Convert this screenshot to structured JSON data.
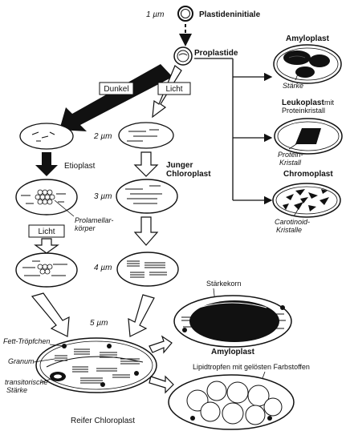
{
  "sizes": {
    "s1": "1 µm",
    "s2": "2 µm",
    "s3": "3 µm",
    "s4": "4 µm",
    "s5": "5 µm"
  },
  "labels": {
    "plastideninitiale": "Plastideninitiale",
    "proplastide": "Proplastide",
    "dunkel": "Dunkel",
    "licht_top": "Licht",
    "licht_mid": "Licht",
    "etioplast": "Etioplast",
    "junger1": "Junger",
    "junger2": "Chloroplast",
    "prolamellar1": "Prolamellar-",
    "prolamellar2": "körper",
    "amyloplast_top": "Amyloplast",
    "staerke": "Stärke",
    "leukoplast": "Leukoplast",
    "leukoplast_mit": "mit",
    "proteinkristall": "Proteinkristall",
    "protein1": "Protein-",
    "protein2": "Kristall",
    "chromoplast": "Chromoplast",
    "carotinoid1": "Carotinoid-",
    "carotinoid2": "Kristalle",
    "staerkekorn": "Stärkekorn",
    "amyloplast_bottom": "Amyloplast",
    "lipidtropfen": "Lipidtropfen mit gelösten Farbstoffen",
    "fett": "Fett-Tröpfchen",
    "granum": "Granum",
    "transitorisch1": "transitorische",
    "transitorisch2": "Stärke",
    "reifer": "Reifer Chloroplast"
  }
}
